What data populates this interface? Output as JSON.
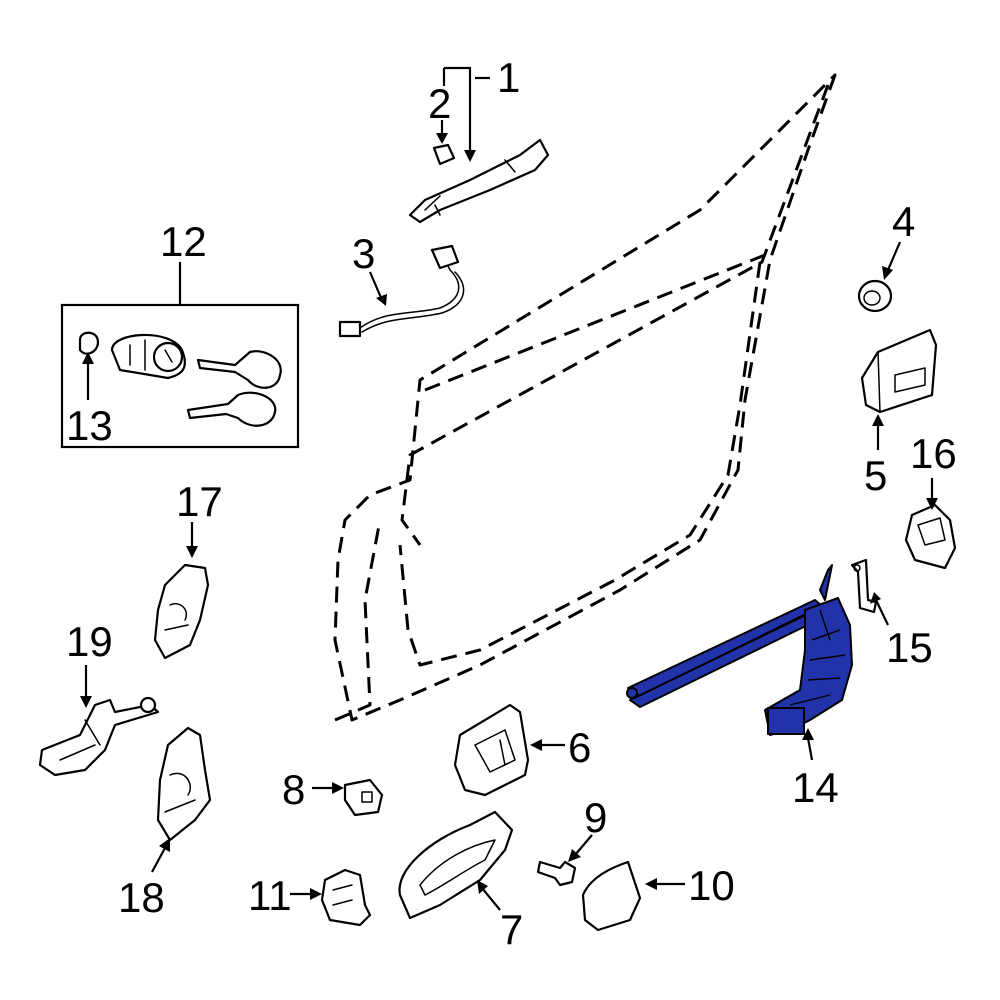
{
  "diagram": {
    "highlight_color": "#2233aa",
    "callouts": {
      "c1": "1",
      "c2": "2",
      "c3": "3",
      "c4": "4",
      "c5": "5",
      "c6": "6",
      "c7": "7",
      "c8": "8",
      "c9": "9",
      "c10": "10",
      "c11": "11",
      "c12": "12",
      "c13": "13",
      "c14": "14",
      "c15": "15",
      "c16": "16",
      "c17": "17",
      "c18": "18",
      "c19": "19"
    },
    "highlighted_part": "14"
  }
}
